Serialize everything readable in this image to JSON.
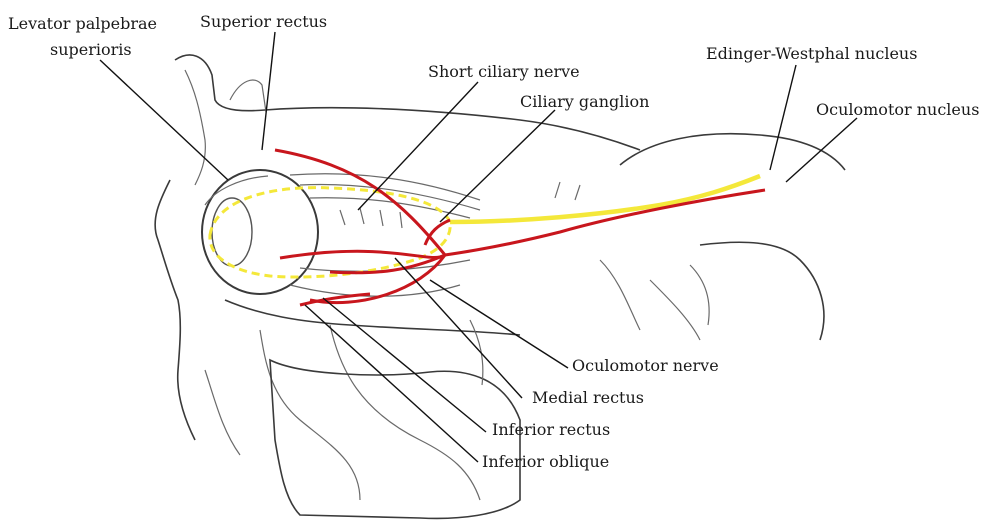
{
  "colors": {
    "nerve_red": "#c8161d",
    "nerve_yellow": "#f4e83a",
    "leader": "#111111",
    "sketch": "#6a6a6a"
  },
  "labels": {
    "levator_line1": "Levator palpebrae",
    "levator_line2": "superioris",
    "superior_rectus": "Superior rectus",
    "short_ciliary_nerve": "Short ciliary nerve",
    "ciliary_ganglion": "Ciliary ganglion",
    "edinger_westphal": "Edinger-Westphal nucleus",
    "oculomotor_nucleus": "Oculomotor nucleus",
    "oculomotor_nerve": "Oculomotor nerve",
    "medial_rectus": "Medial rectus",
    "inferior_rectus": "Inferior rectus",
    "inferior_oblique": "Inferior oblique"
  }
}
